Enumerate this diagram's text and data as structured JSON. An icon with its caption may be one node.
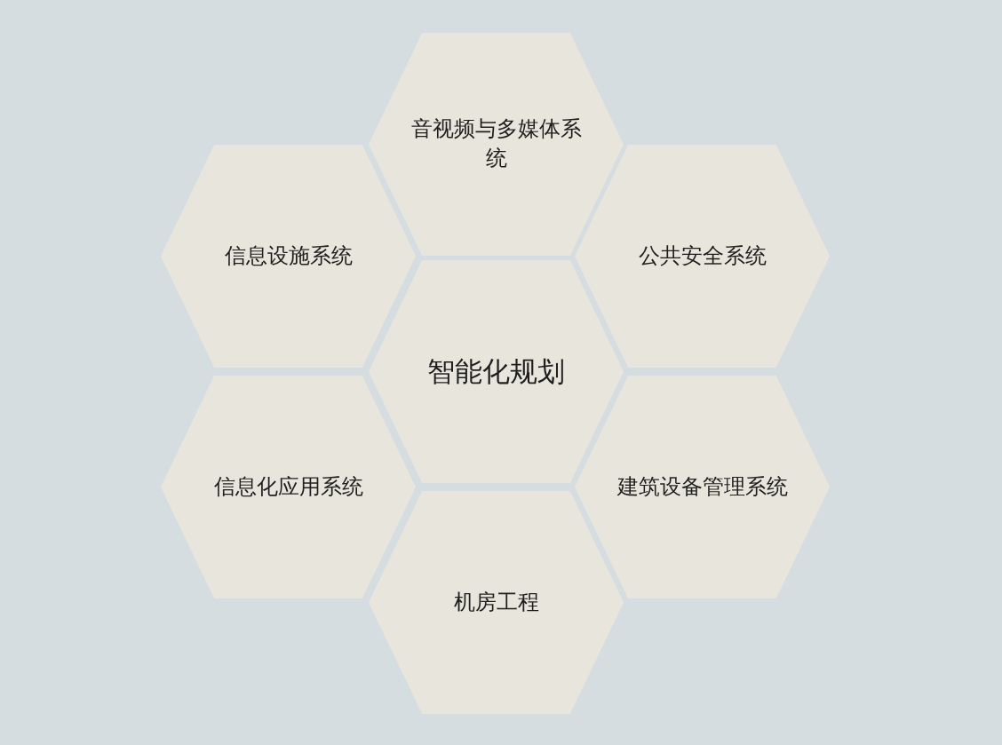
{
  "diagram": {
    "nodes": [
      {
        "text": [
          "音视频与多媒体系统"
        ]
      },
      {
        "text": [
          "信息设施系统"
        ]
      },
      {
        "text": [
          "公共安全系统"
        ]
      },
      {
        "text": [
          "智能化规划"
        ]
      },
      {
        "text": [
          "信息化应用系统"
        ]
      },
      {
        "text": [
          "建筑设备管理系统"
        ]
      },
      {
        "text": [
          "机房工程"
        ]
      }
    ]
  }
}
